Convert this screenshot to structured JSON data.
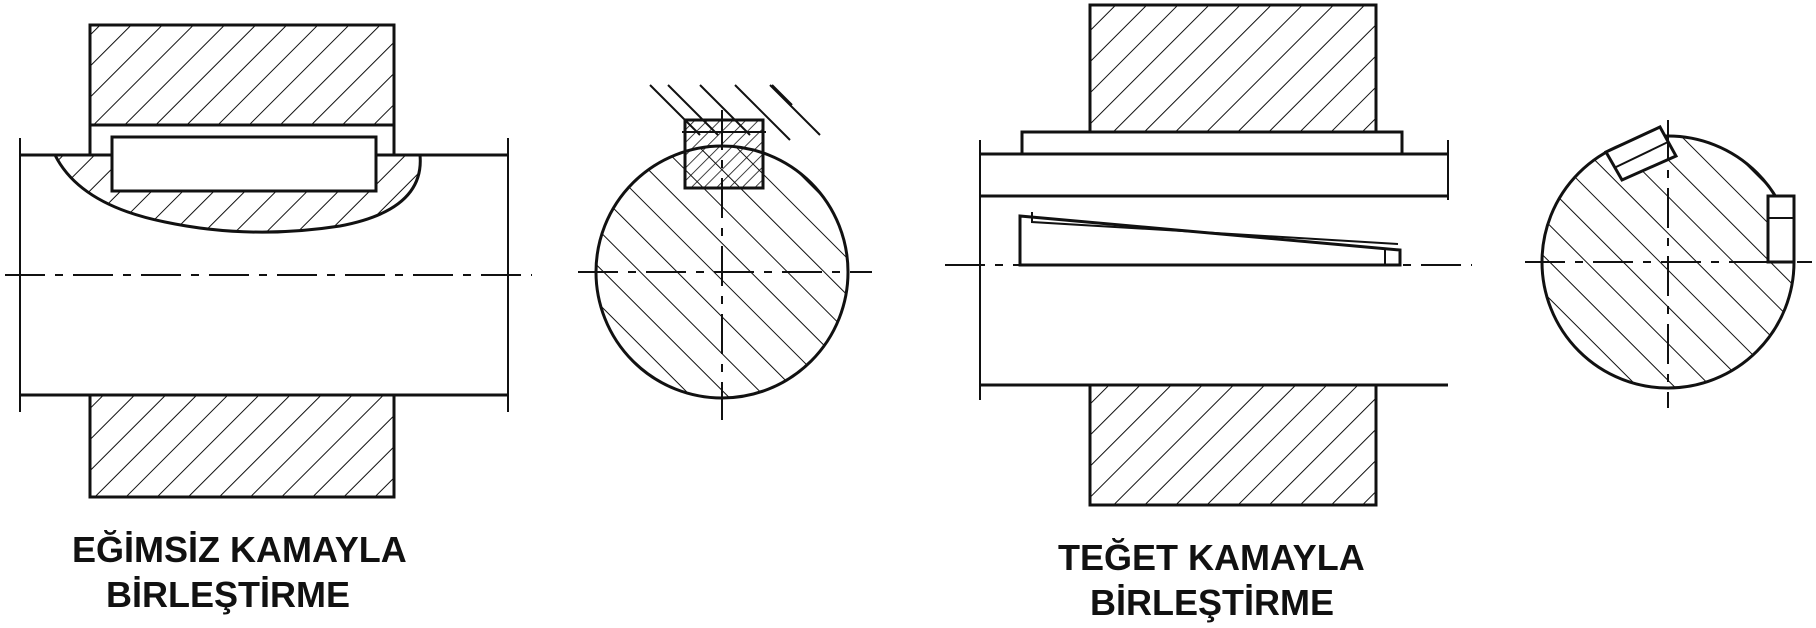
{
  "captions": {
    "left": {
      "line1": "EĞİMSİZ KAMAYLA",
      "line2": "BİRLEŞTİRME"
    },
    "right": {
      "line1": "TEĞET KAMAYLA",
      "line2": "BİRLEŞTİRME"
    }
  },
  "colors": {
    "ink": "#111111",
    "paper": "#ffffff"
  }
}
